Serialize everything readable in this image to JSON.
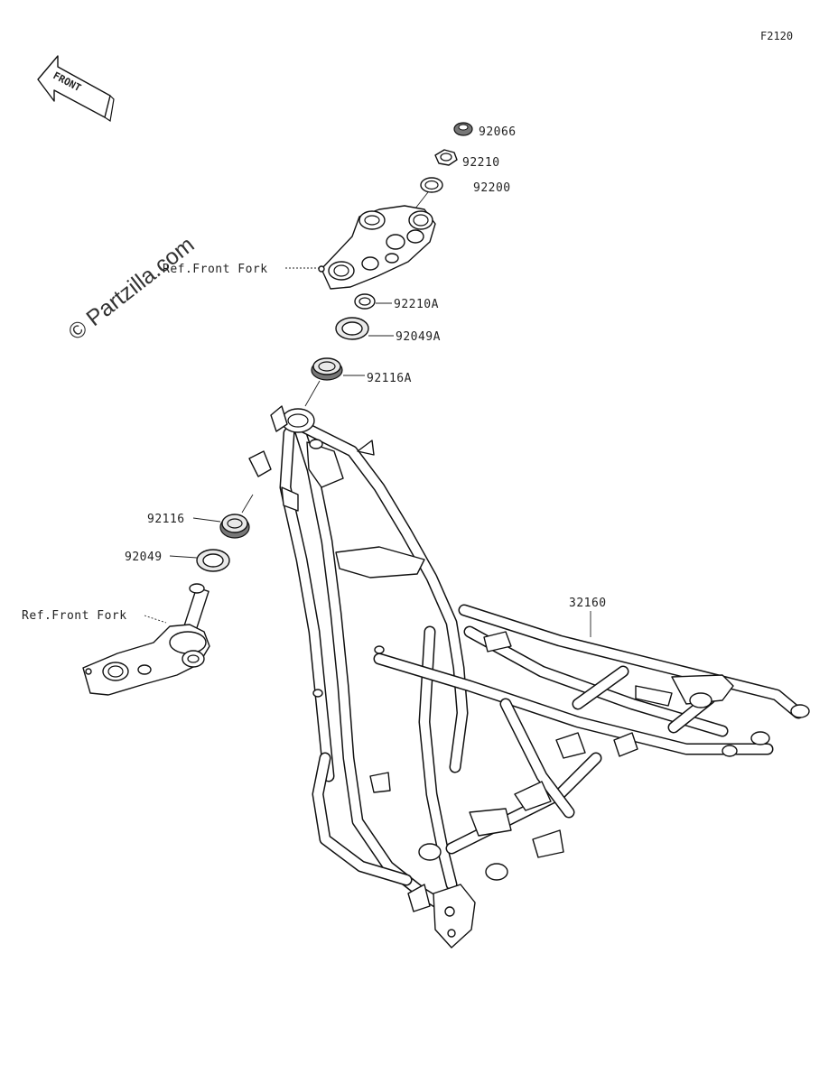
{
  "diagram_code": "F2120",
  "front_arrow_label": "FRONT",
  "watermark": "© Partzilla.com",
  "labels": {
    "p92066": "92066",
    "p92210": "92210",
    "p92200": "92200",
    "ref_fork_upper": "Ref.Front Fork",
    "p92210A": "92210A",
    "p92049A": "92049A",
    "p92116A": "92116A",
    "p92116": "92116",
    "p92049": "92049",
    "ref_fork_lower": "Ref.Front Fork",
    "p32160": "32160"
  }
}
